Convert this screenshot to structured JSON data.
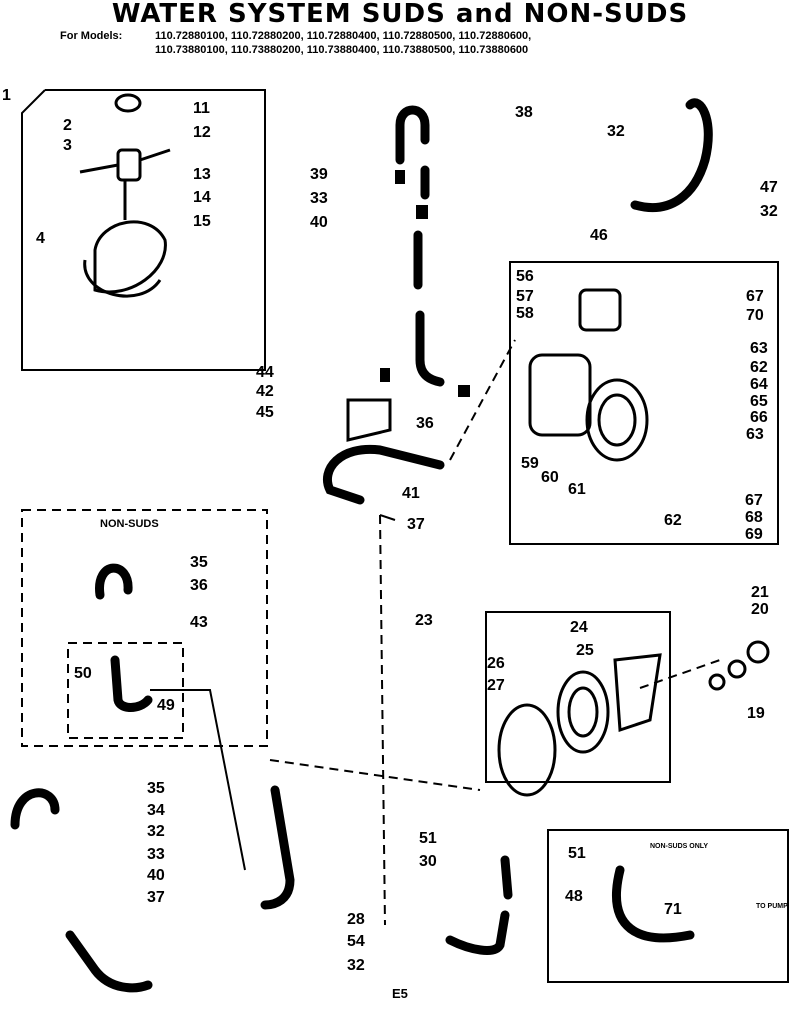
{
  "title": "WATER SYSTEM SUDS and NON-SUDS",
  "models_label": "For Models:",
  "models_line1": "110.72880100, 110.72880200, 110.72880400, 110.72880500, 110.72880600,",
  "models_line2": "110.73880100, 110.73880200, 110.73880400, 110.73880500, 110.73880600",
  "nonsuds_box_title": "NON-SUDS",
  "nonsuds_only_note": "NON-SUDS ONLY",
  "to_pump_note": "TO PUMP",
  "page_number": "E5",
  "callouts": [
    "1",
    "2",
    "3",
    "4",
    "11",
    "12",
    "13",
    "14",
    "15",
    "38",
    "39",
    "33",
    "40",
    "44",
    "42",
    "45",
    "36",
    "41",
    "37",
    "32",
    "47",
    "32",
    "46",
    "56",
    "57",
    "58",
    "67",
    "70",
    "63",
    "62",
    "64",
    "65",
    "66",
    "63",
    "59",
    "60",
    "61",
    "62",
    "67",
    "68",
    "69",
    "35",
    "36",
    "43",
    "50",
    "49",
    "23",
    "24",
    "25",
    "26",
    "27",
    "21",
    "20",
    "19",
    "35",
    "34",
    "32",
    "33",
    "40",
    "37",
    "28",
    "54",
    "32",
    "51",
    "30",
    "51",
    "48",
    "71"
  ]
}
